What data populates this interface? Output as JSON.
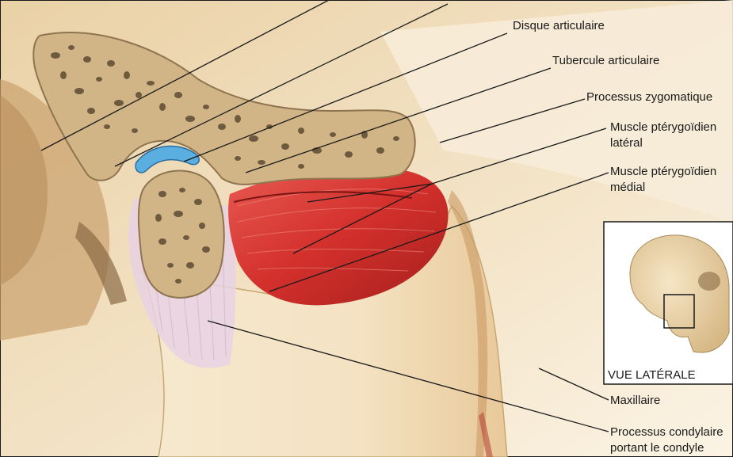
{
  "labels": {
    "disque": "Disque articulaire",
    "tubercule": "Tubercule articulaire",
    "zygomatique": "Processus zygomatique",
    "pterygoidien_lateral_1": "Muscle ptérygoïdien",
    "pterygoidien_lateral_2": "latéral",
    "pterygoidien_medial_1": "Muscle ptérygoïdien",
    "pterygoidien_medial_2": "médial",
    "maxillaire": "Maxillaire",
    "condylaire_1": "Processus condylaire",
    "condylaire_2": "portant le condyle"
  },
  "inset": {
    "caption": "VUE LATÉRALE"
  },
  "colors": {
    "background": "#f4e6cc",
    "bone": "#d2b586",
    "bone_pore": "#6e5a3e",
    "muscle": "#d83a34",
    "disc": "#5aaee0",
    "ligament": "#e8d2e4",
    "leader_line": "#1a1a1a"
  }
}
